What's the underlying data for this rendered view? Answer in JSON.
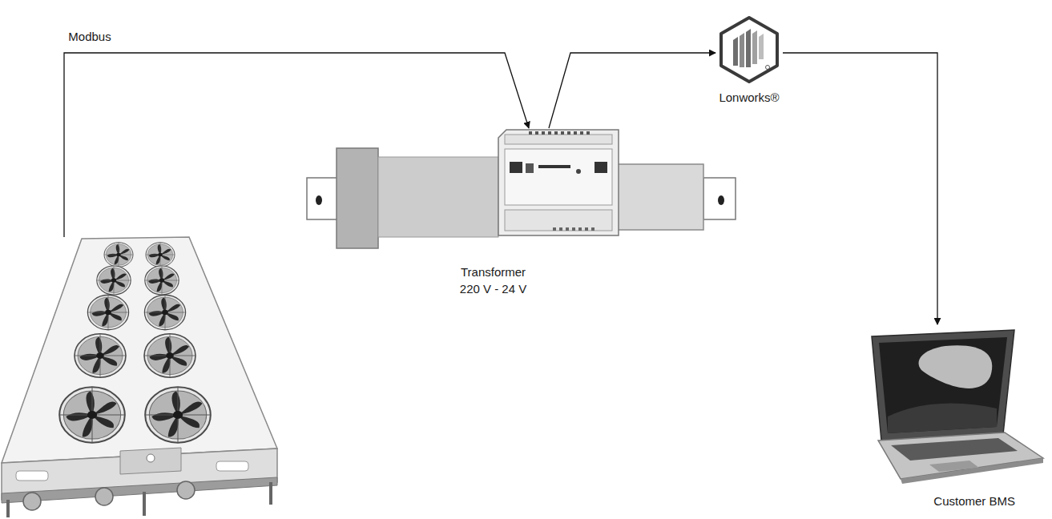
{
  "diagram": {
    "nodes": [
      {
        "text": []
      },
      {
        "text": [
          "Transformer",
          "220 V - 24 V"
        ]
      },
      {
        "text": [
          "Lonworks®"
        ]
      },
      {
        "text": [
          "Customer BMS"
        ]
      }
    ],
    "edges": [
      {
        "from": 0,
        "to": 1,
        "arrow": "to",
        "label": "Modbus"
      },
      {
        "from": 1,
        "to": 2,
        "arrow": "to"
      },
      {
        "from": 2,
        "to": 3,
        "arrow": "to"
      }
    ]
  }
}
